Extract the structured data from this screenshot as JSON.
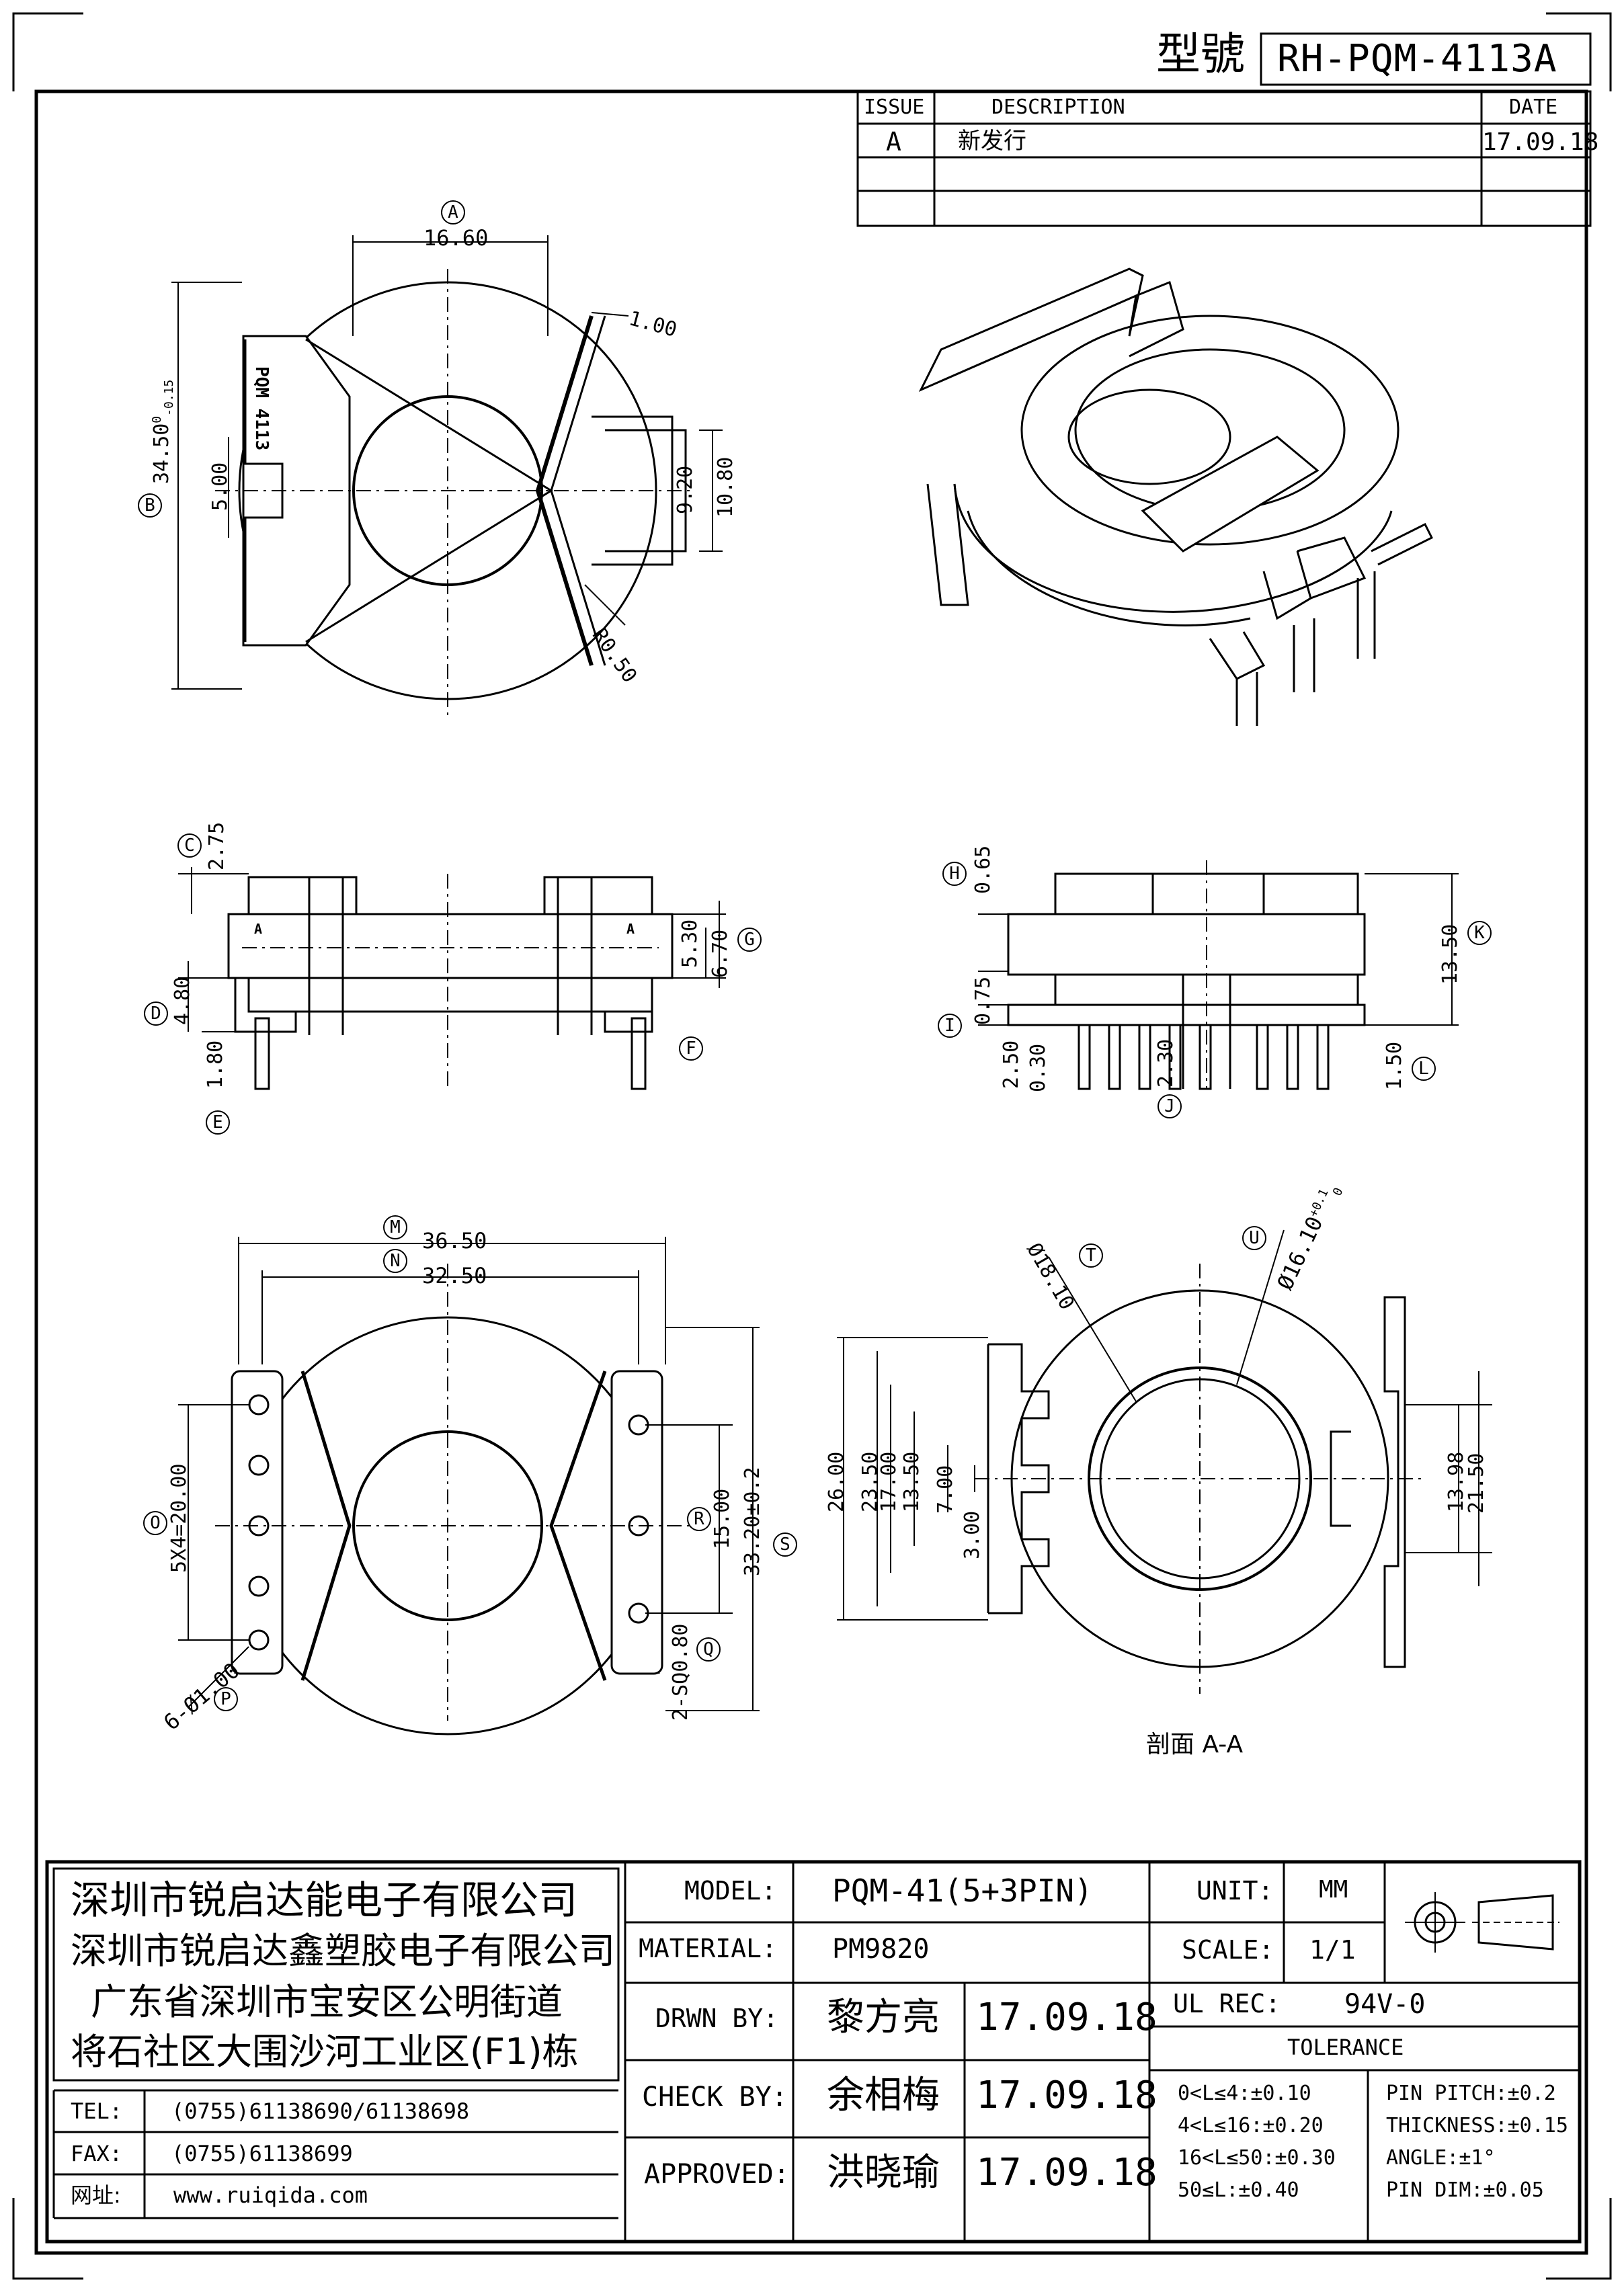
{
  "header": {
    "model_label": "型號",
    "model_number": "RH-PQM-4113A"
  },
  "revision": {
    "headers": [
      "ISSUE",
      "DESCRIPTION",
      "DATE"
    ],
    "rows": [
      {
        "issue": "A",
        "description": "新发行",
        "date": "17.09.18"
      },
      {
        "issue": "",
        "description": "",
        "date": ""
      },
      {
        "issue": "",
        "description": "",
        "date": ""
      }
    ]
  },
  "drawing": {
    "part_marking": "PQM 4113",
    "callouts": [
      "A",
      "B",
      "C",
      "D",
      "E",
      "F",
      "G",
      "H",
      "I",
      "J",
      "K",
      "L",
      "M",
      "N",
      "O",
      "P",
      "Q",
      "R",
      "S",
      "T",
      "U"
    ],
    "dims_top": {
      "a": "16.60",
      "b": "34.50",
      "b_tol_upper": "0",
      "b_tol_lower": "-0.15",
      "slot": "5.00",
      "wall": "1.00",
      "r": "R0.50",
      "w1": "9.20",
      "w2": "10.80"
    },
    "dims_side": {
      "c": "2.75",
      "d": "4.80",
      "e": "1.80",
      "sec_a": "A",
      "g1": "5.30",
      "g2": "6.70"
    },
    "dims_front": {
      "h": "0.65",
      "i": "0.75",
      "k": "13.50",
      "l": "1.50",
      "j1": "2.50",
      "j2": "0.30",
      "j3": "2.30"
    },
    "dims_bottom": {
      "m": "36.50",
      "n": "32.50",
      "o": "5X4=20.00",
      "p": "6-Ø1.00",
      "q": "2-SQ0.80",
      "r": "15.00",
      "s": "33.20±0.2"
    },
    "dims_section": {
      "t": "Ø18.10",
      "u": "Ø16.10",
      "u_tol_upper": "+0.1",
      "u_tol_lower": "0",
      "h1": "26.00",
      "h2": "23.50",
      "h3": "17.00",
      "h4": "13.50",
      "h5": "7.00",
      "h6": "3.00",
      "r1": "13.98",
      "r2": "21.50",
      "caption": "剖面 A-A"
    }
  },
  "company": {
    "lines": [
      "深圳市锐启达能电子有限公司",
      "深圳市锐启达鑫塑胶电子有限公司",
      "广东省深圳市宝安区公明街道",
      "将石社区大围沙河工业区(F1)栋"
    ],
    "contacts": [
      {
        "label": "TEL:",
        "value": "(0755)61138690/61138698"
      },
      {
        "label": "FAX:",
        "value": "(0755)61138699"
      },
      {
        "label": "网址:",
        "value": "www.ruiqida.com"
      }
    ]
  },
  "title_block": {
    "model_label": "MODEL:",
    "model": "PQM-41(5+3PIN)",
    "material_label": "MATERIAL:",
    "material": "PM9820",
    "unit_label": "UNIT:",
    "unit": "MM",
    "scale_label": "SCALE:",
    "scale": "1/1",
    "ul_label": "UL REC:",
    "ul": "94V-0",
    "tolerance_label": "TOLERANCE",
    "drawn_label": "DRWN BY:",
    "drawn_by": "黎方亮",
    "drawn_date": "17.09.18",
    "check_label": "CHECK BY:",
    "check_by": "余相梅",
    "check_date": "17.09.18",
    "approved_label": "APPROVED:",
    "approved_by": "洪晓瑜",
    "approved_date": "17.09.18",
    "tolerances_left": [
      "0<L≤4:±0.10",
      "4<L≤16:±0.20",
      "16<L≤50:±0.30",
      "50≤L:±0.40"
    ],
    "tolerances_right": [
      "PIN PITCH:±0.2",
      "THICKNESS:±0.15",
      "ANGLE:±1°",
      "PIN DIM:±0.05"
    ]
  }
}
